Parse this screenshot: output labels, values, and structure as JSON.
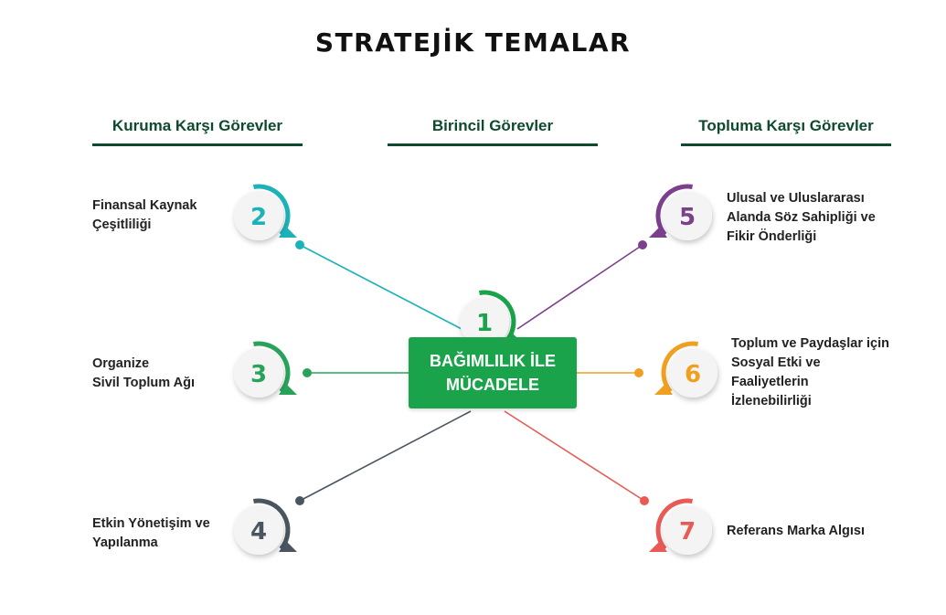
{
  "title": "STRATEJİK TEMALAR",
  "columns": {
    "left": "Kuruma Karşı Görevler",
    "middle": "Birincil Görevler",
    "right": "Topluma Karşı Görevler"
  },
  "center": {
    "number": "1",
    "label": "BAĞIMLILIK İLE\nMÜCADELE",
    "color": "#1aa34a"
  },
  "nodes": [
    {
      "number": "2",
      "label": "Finansal Kaynak\nÇeşitliliği",
      "color": "#1bb3b8"
    },
    {
      "number": "3",
      "label": "Organize\nSivil Toplum Ağı",
      "color": "#2aa35a"
    },
    {
      "number": "4",
      "label": "Etkin Yönetişim ve\nYapılanma",
      "color": "#4a5560"
    },
    {
      "number": "5",
      "label": "Ulusal ve Uluslararası\nAlanda Söz Sahipliği ve\nFikir Önderliği",
      "color": "#7b3f8c"
    },
    {
      "number": "6",
      "label": "Toplum ve Paydaşlar için\nSosyal Etki ve\nFaaliyetlerin\nİzlenebilirliği",
      "color": "#f0a020"
    },
    {
      "number": "7",
      "label": "Referans Marka Algısı",
      "color": "#e95a55"
    }
  ]
}
